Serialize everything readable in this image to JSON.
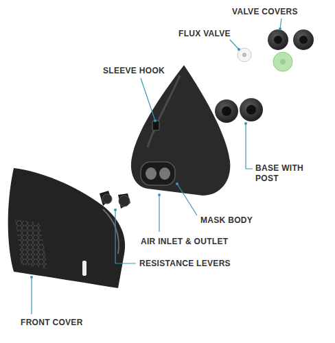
{
  "diagram": {
    "labels": [
      "VALVE COVERS",
      "FLUX VALVE",
      "SLEEVE HOOK",
      "BASE WITH POST",
      "MASK BODY",
      "AIR INLET & OUTLET",
      "RESISTANCE LEVERS",
      "FRONT COVER"
    ]
  }
}
